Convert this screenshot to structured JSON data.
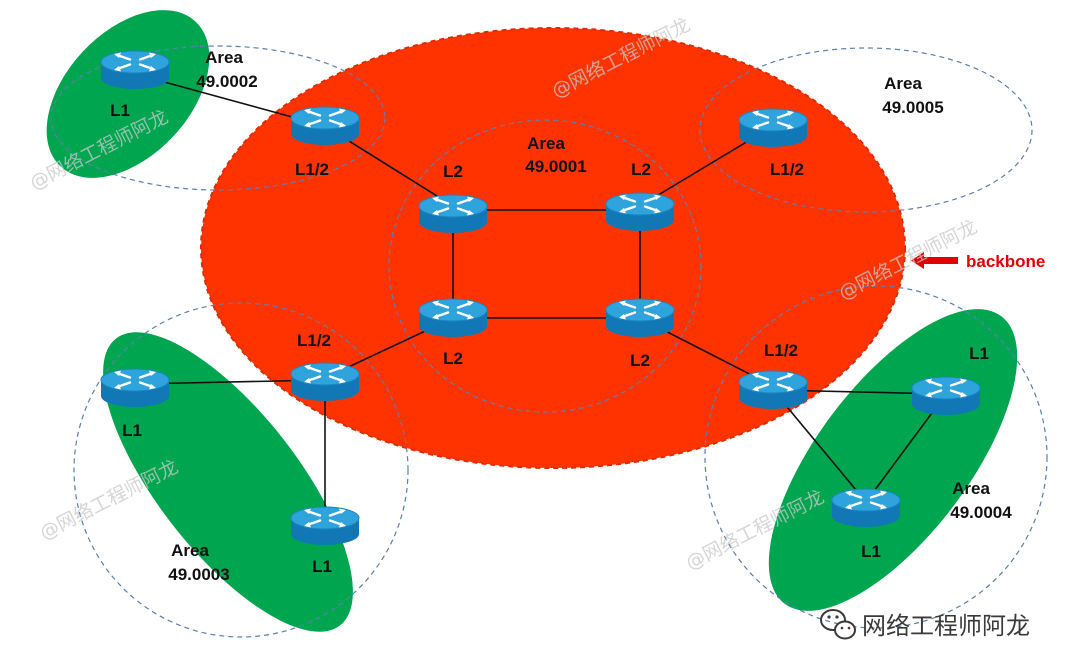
{
  "diagram": {
    "colors": {
      "backbone_fill": "#ff3300",
      "area_fill": "#00a54f",
      "dashed_stroke": "#5b7fb0",
      "link_stroke": "#111111",
      "router_top": "#2fa3dc",
      "router_side": "#1277b5",
      "arrow": "#e30000"
    },
    "areas": {
      "a1": {
        "word": "Area",
        "id": "49.0001"
      },
      "a2": {
        "word": "Area",
        "id": "49.0002"
      },
      "a3": {
        "word": "Area",
        "id": "49.0003"
      },
      "a4": {
        "word": "Area",
        "id": "49.0004"
      },
      "a5": {
        "word": "Area",
        "id": "49.0005"
      }
    },
    "backbone_label": "backbone",
    "routers": {
      "r_a2_l1": "L1",
      "r_a2_l12": "L1/2",
      "r_core_tl": "L2",
      "r_core_tr": "L2",
      "r_core_bl": "L2",
      "r_core_br": "L2",
      "r_a5_l12": "L1/2",
      "r_a3_l12": "L1/2",
      "r_a3_l1a": "L1",
      "r_a3_l1b": "L1",
      "r_a4_l12": "L1/2",
      "r_a4_l1a": "L1",
      "r_a4_l1b": "L1"
    },
    "watermark": "@网络工程师阿龙",
    "footer": "网络工程师阿龙"
  }
}
